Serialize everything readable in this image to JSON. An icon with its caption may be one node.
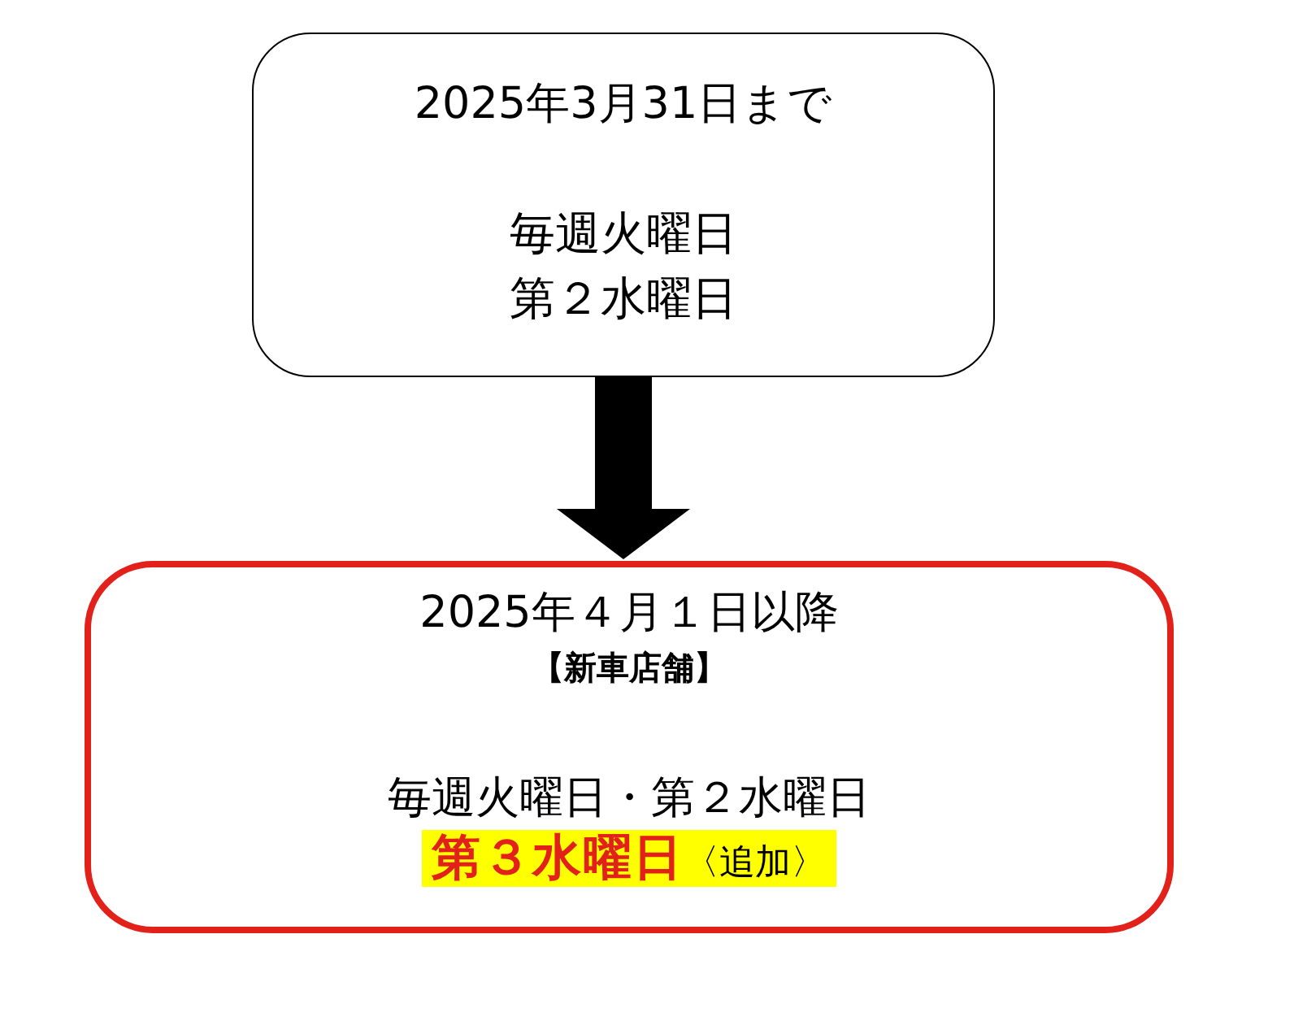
{
  "diagram": {
    "nodes": [
      {
        "text": [
          "2025年3月31日まで",
          "毎週火曜日",
          "第２水曜日"
        ]
      },
      {
        "text": [
          "2025年４月１日以降",
          "【新車店舗】",
          "毎週火曜日・第２水曜日",
          "**第３水曜日**〈追加〉"
        ]
      }
    ],
    "edges": [
      {
        "from": 0,
        "to": 1,
        "arrow": "to"
      }
    ]
  }
}
